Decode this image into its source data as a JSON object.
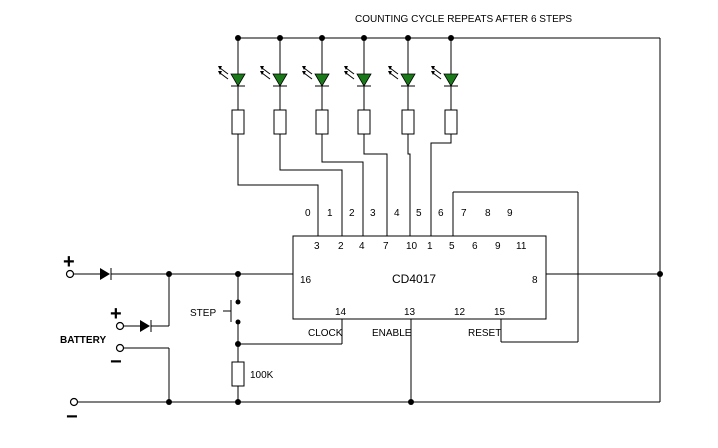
{
  "title": "COUNTING CYCLE REPEATS AFTER 6 STEPS",
  "chip": {
    "name": "CD4017",
    "top_pins": [
      "3",
      "2",
      "4",
      "7",
      "10",
      "1",
      "5",
      "6",
      "9",
      "11"
    ],
    "outputs": [
      "0",
      "1",
      "2",
      "3",
      "4",
      "5",
      "6",
      "7",
      "8",
      "9"
    ],
    "left_pin": "16",
    "right_pin": "8",
    "bottom_pins": [
      "14",
      "13",
      "12",
      "15"
    ],
    "clock_label": "CLOCK",
    "enable_label": "ENABLE",
    "reset_label": "RESET"
  },
  "labels": {
    "battery": "BATTERY",
    "step": "STEP",
    "resistor": "100K",
    "plus": "+",
    "minus": "−"
  },
  "colors": {
    "led": "#1a7a1a",
    "wire": "#000000"
  }
}
